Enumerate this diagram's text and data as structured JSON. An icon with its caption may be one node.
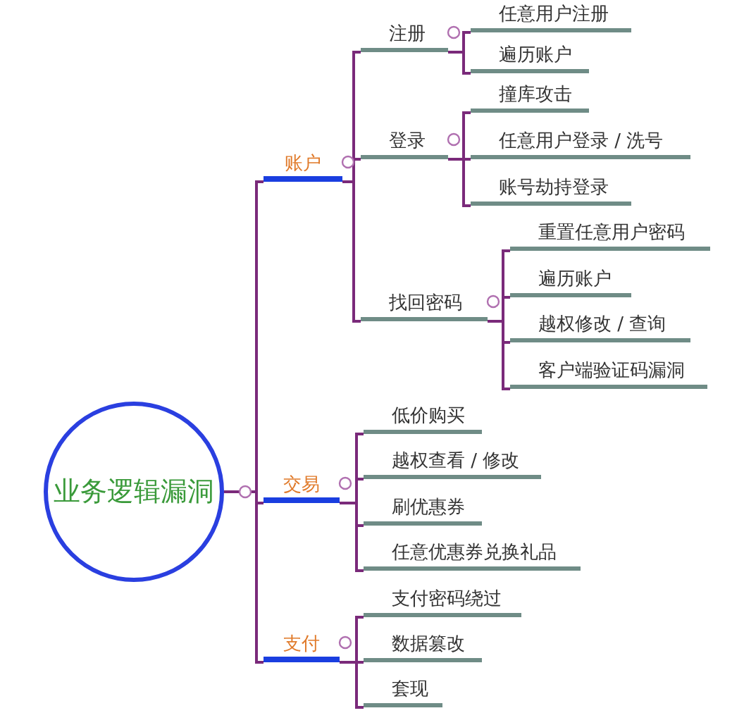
{
  "diagram": {
    "nodes": [
      {
        "text": [
          "业务逻辑漏洞"
        ]
      },
      {
        "text": [
          "账户"
        ]
      },
      {
        "text": [
          "注册"
        ]
      },
      {
        "text": [
          "任意用户注册"
        ]
      },
      {
        "text": [
          "遍历账户"
        ]
      },
      {
        "text": [
          "登录"
        ]
      },
      {
        "text": [
          "撞库攻击"
        ]
      },
      {
        "text": [
          "任意用户登录 / 洗号"
        ]
      },
      {
        "text": [
          "账号劫持登录"
        ]
      },
      {
        "text": [
          "找回密码"
        ]
      },
      {
        "text": [
          "重置任意用户密码"
        ]
      },
      {
        "text": [
          "遍历账户"
        ]
      },
      {
        "text": [
          "越权修改 / 查询"
        ]
      },
      {
        "text": [
          "客户端验证码漏洞"
        ]
      },
      {
        "text": [
          "交易"
        ]
      },
      {
        "text": [
          "低价购买"
        ]
      },
      {
        "text": [
          "越权查看 / 修改"
        ]
      },
      {
        "text": [
          "刷优惠券"
        ]
      },
      {
        "text": [
          "任意优惠券兑换礼品"
        ]
      },
      {
        "text": [
          "支付"
        ]
      },
      {
        "text": [
          "支付密码绕过"
        ]
      },
      {
        "text": [
          "数据篡改"
        ]
      },
      {
        "text": [
          "套现"
        ]
      }
    ],
    "edges": [
      {
        "from": 0,
        "to": 1,
        "arrow": "none"
      },
      {
        "from": 1,
        "to": 2,
        "arrow": "none"
      },
      {
        "from": 2,
        "to": 3,
        "arrow": "none"
      },
      {
        "from": 2,
        "to": 4,
        "arrow": "none"
      },
      {
        "from": 1,
        "to": 5,
        "arrow": "none"
      },
      {
        "from": 5,
        "to": 6,
        "arrow": "none"
      },
      {
        "from": 5,
        "to": 7,
        "arrow": "none"
      },
      {
        "from": 5,
        "to": 8,
        "arrow": "none"
      },
      {
        "from": 1,
        "to": 9,
        "arrow": "none"
      },
      {
        "from": 9,
        "to": 10,
        "arrow": "none"
      },
      {
        "from": 9,
        "to": 11,
        "arrow": "none"
      },
      {
        "from": 9,
        "to": 12,
        "arrow": "none"
      },
      {
        "from": 9,
        "to": 13,
        "arrow": "none"
      },
      {
        "from": 0,
        "to": 14,
        "arrow": "none"
      },
      {
        "from": 14,
        "to": 15,
        "arrow": "none"
      },
      {
        "from": 14,
        "to": 16,
        "arrow": "none"
      },
      {
        "from": 14,
        "to": 17,
        "arrow": "none"
      },
      {
        "from": 14,
        "to": 18,
        "arrow": "none"
      },
      {
        "from": 0,
        "to": 19,
        "arrow": "none"
      },
      {
        "from": 19,
        "to": 20,
        "arrow": "none"
      },
      {
        "from": 19,
        "to": 21,
        "arrow": "none"
      },
      {
        "from": 19,
        "to": 22,
        "arrow": "none"
      }
    ]
  }
}
